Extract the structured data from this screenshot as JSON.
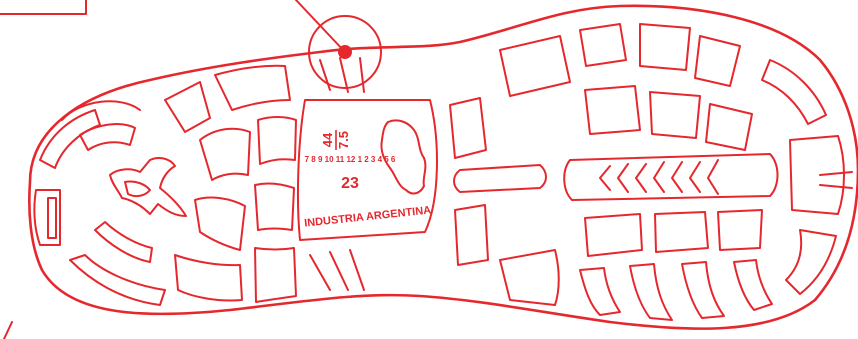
{
  "colors": {
    "accent": "#e5282e",
    "background": "#ffffff"
  },
  "stamp": {
    "size_top": "44",
    "size_bottom": "7.5",
    "origin": "INDUSTRIA ARGENTINA",
    "dial_center": "23",
    "dial_numbers": "7 8 9 10 11 12 1 2 3 4 5 6"
  },
  "callout": {
    "icon": "highlight-circle-with-dot"
  },
  "map_icon": "argentina-map-icon"
}
